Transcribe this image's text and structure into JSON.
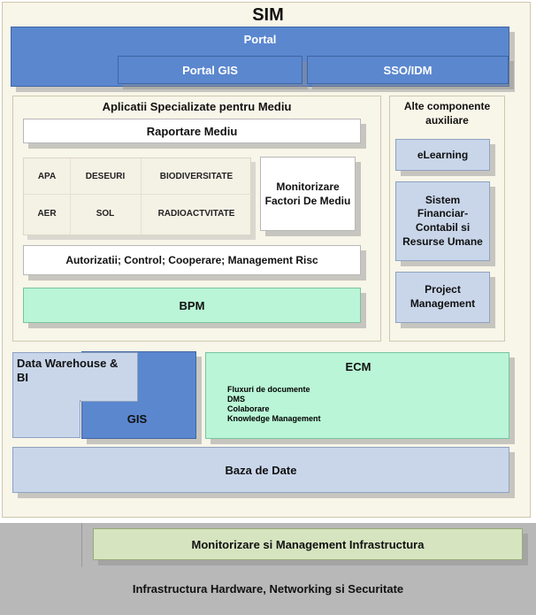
{
  "title": "SIM",
  "portal": {
    "label": "Portal",
    "gis": "Portal GIS",
    "sso": "SSO/IDM"
  },
  "apps": {
    "title": "Aplicatii Specializate pentru Mediu",
    "raportare": "Raportare Mediu",
    "grid": [
      "APA",
      "DESEURI",
      "BIODIVERSITATE",
      "AER",
      "SOL",
      "RADIOACTVITATE"
    ],
    "monitorizare": "Monitorizare Factori De Mediu",
    "autorizatii": "Autorizatii; Control; Cooperare; Management Risc",
    "bpm": "BPM"
  },
  "alte": {
    "title": "Alte componente auxiliare",
    "elearning": "eLearning",
    "sistem": "Sistem Financiar-Contabil si Resurse Umane",
    "project": "Project Management"
  },
  "dw": "Data Warehouse & BI",
  "gis": "GIS",
  "ecm": {
    "title": "ECM",
    "items": [
      "Fluxuri de documente",
      "DMS",
      "Colaborare",
      "Knowledge Management"
    ]
  },
  "baza": "Baza de Date",
  "monitorizare_infra": "Monitorizare si Management Infrastructura",
  "infra": "Infrastructura Hardware, Networking si Securitate"
}
